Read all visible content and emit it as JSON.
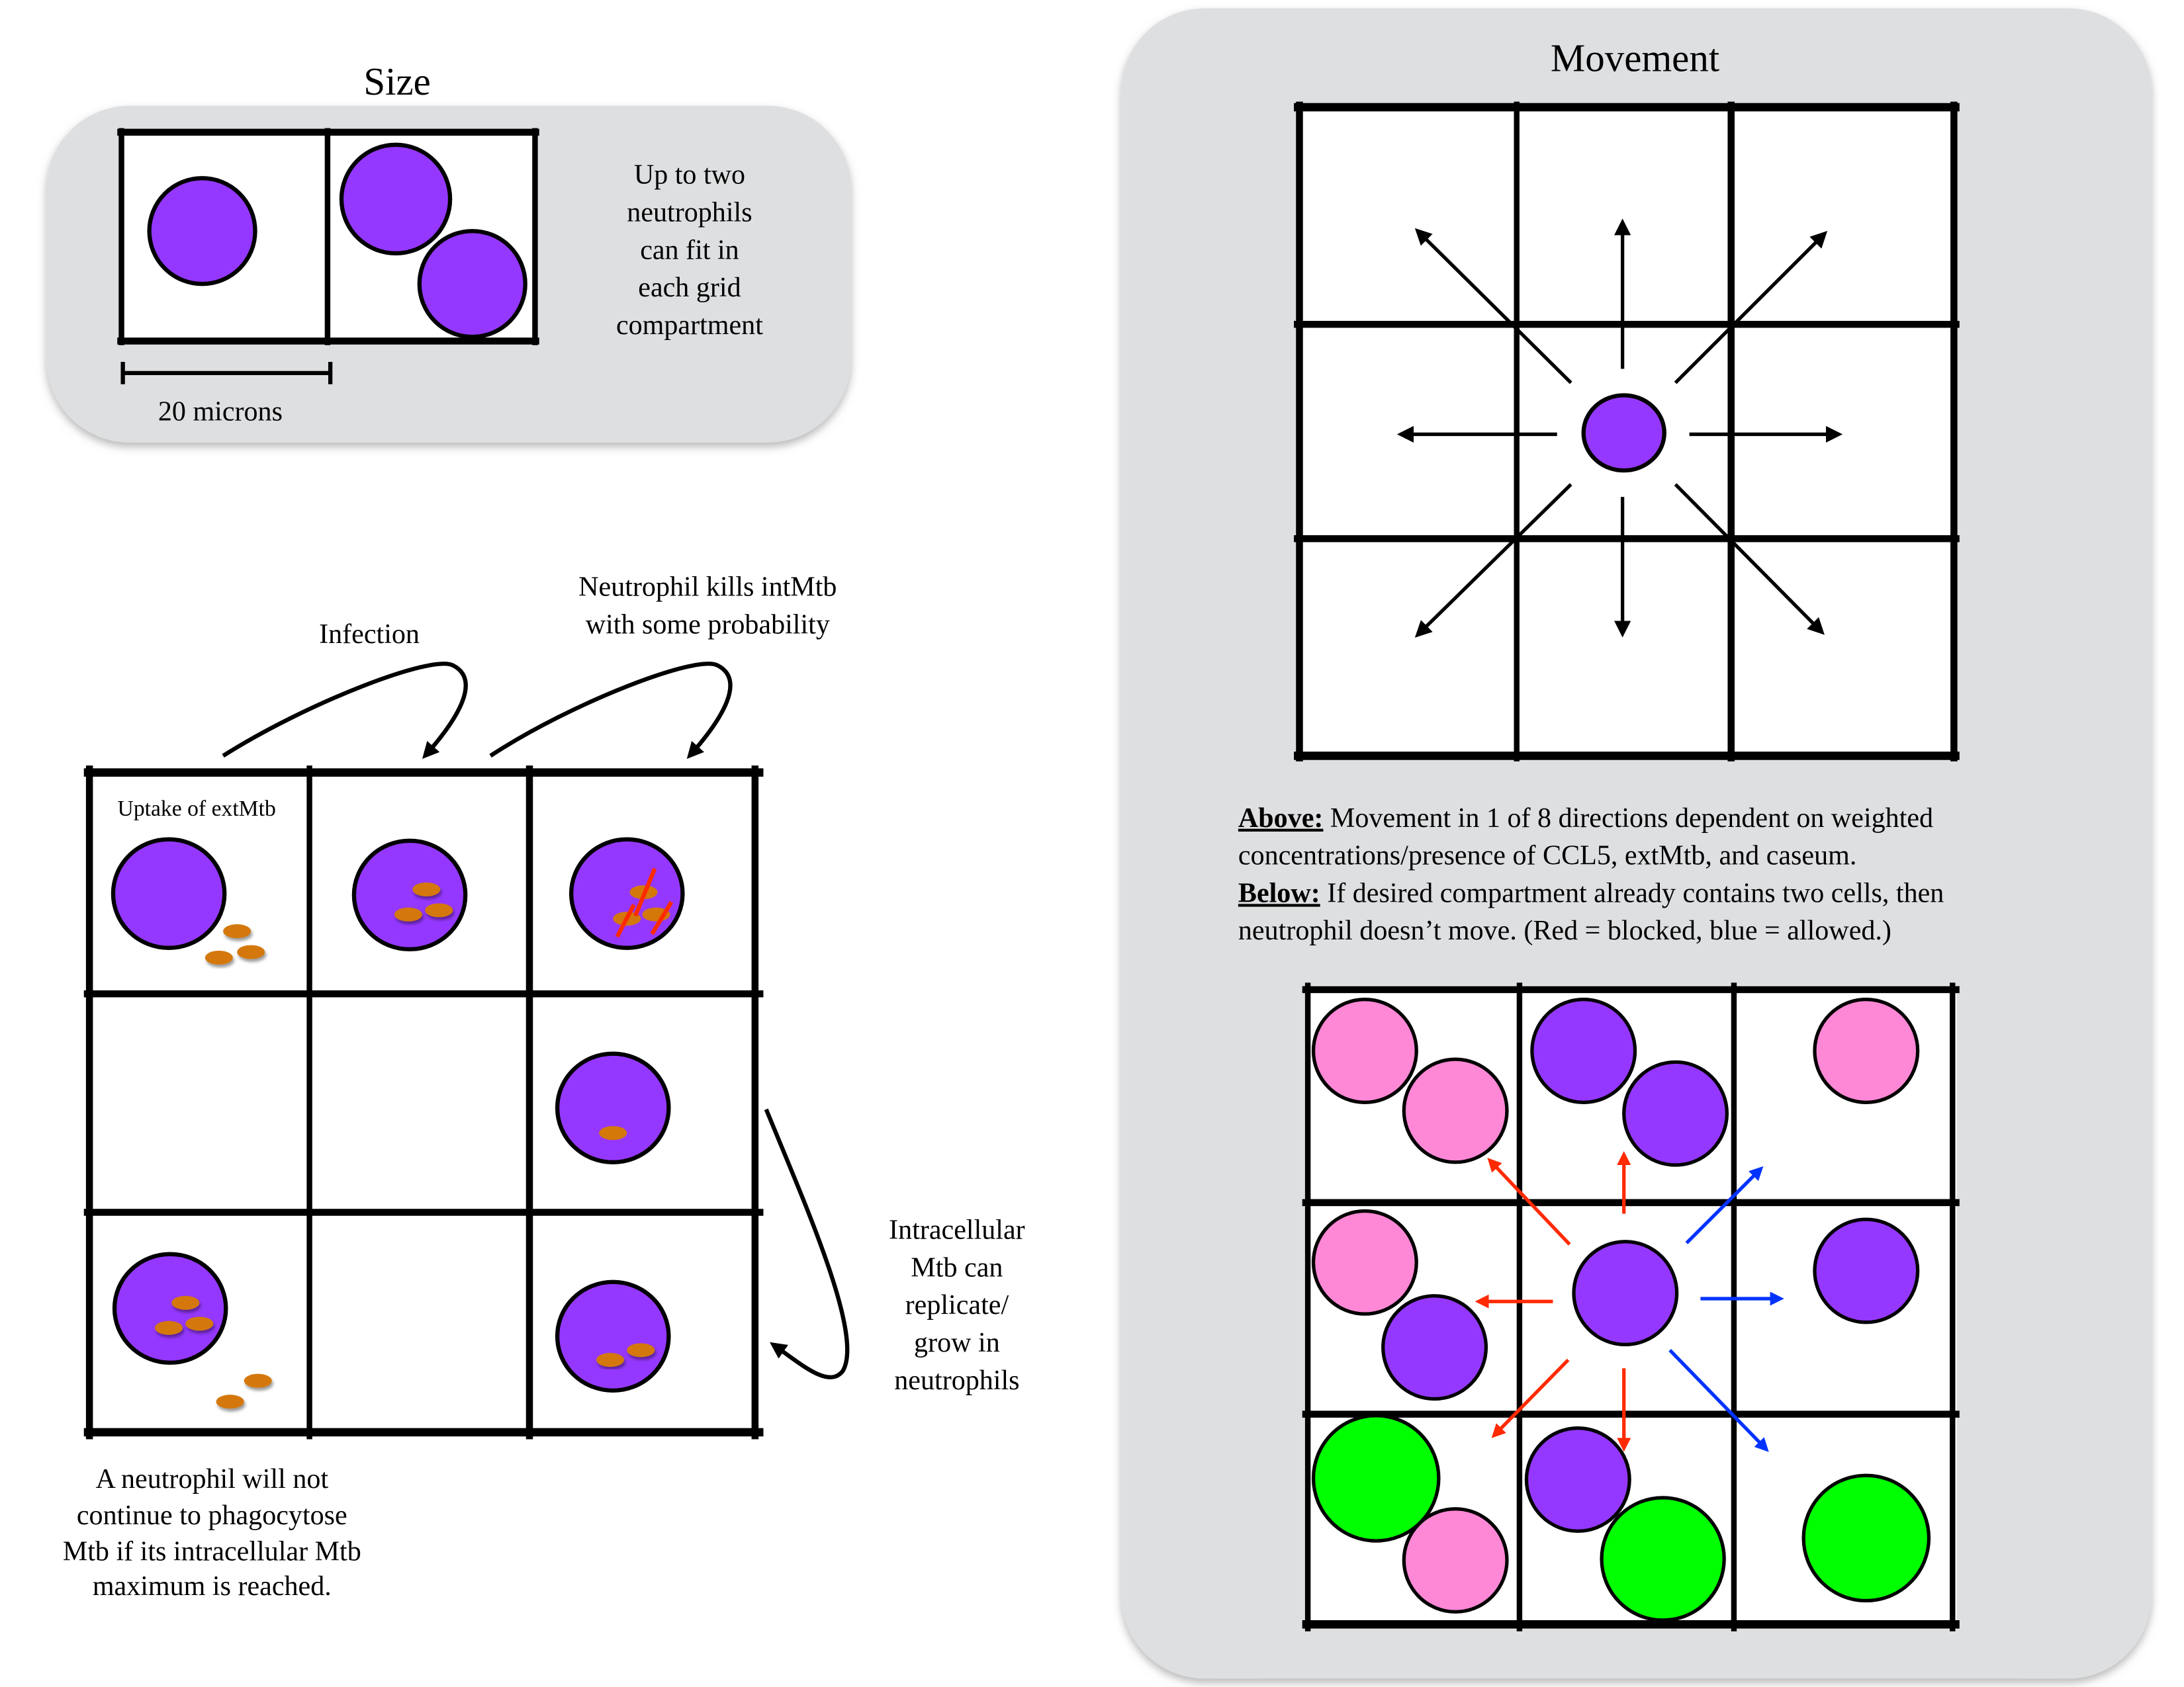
{
  "size_panel": {
    "title": "Size",
    "caption_lines": [
      "Up to two",
      "neutrophils",
      "can fit in",
      "each grid",
      "compartment"
    ],
    "scale_label": "20 microns"
  },
  "mechanics_panel": {
    "infection_label": "Infection",
    "kill_label_lines": [
      "Neutrophil kills intMtb",
      "with some probability"
    ],
    "uptake_label": "Uptake of extMtb",
    "replicate_label_lines": [
      "Intracellular",
      "Mtb can",
      "replicate/",
      "grow in",
      "neutrophils"
    ],
    "phago_label_lines": [
      "A neutrophil will not",
      "continue to phagocytose",
      "Mtb if its intracellular Mtb",
      "maximum is reached."
    ]
  },
  "movement_panel": {
    "title": "Movement",
    "above_label": "Above:",
    "above_text_lines": [
      " Movement in 1 of 8 directions dependent on weighted",
      "concentrations/presence of CCL5, extMtb, and caseum."
    ],
    "below_label": "Below:",
    "below_text_lines": [
      " If desired compartment already contains two cells, then",
      "neutrophil doesn’t move. (Red = blocked, blue = allowed.)"
    ]
  },
  "colors": {
    "neutrophil": "#9538FF",
    "pink_cell": "#FF88D6",
    "green_cell": "#00FF00",
    "mtb": "#D4780A",
    "blocked": "#FF2A00",
    "allowed": "#0033FF",
    "panel_bg": "#DEDFE1"
  }
}
